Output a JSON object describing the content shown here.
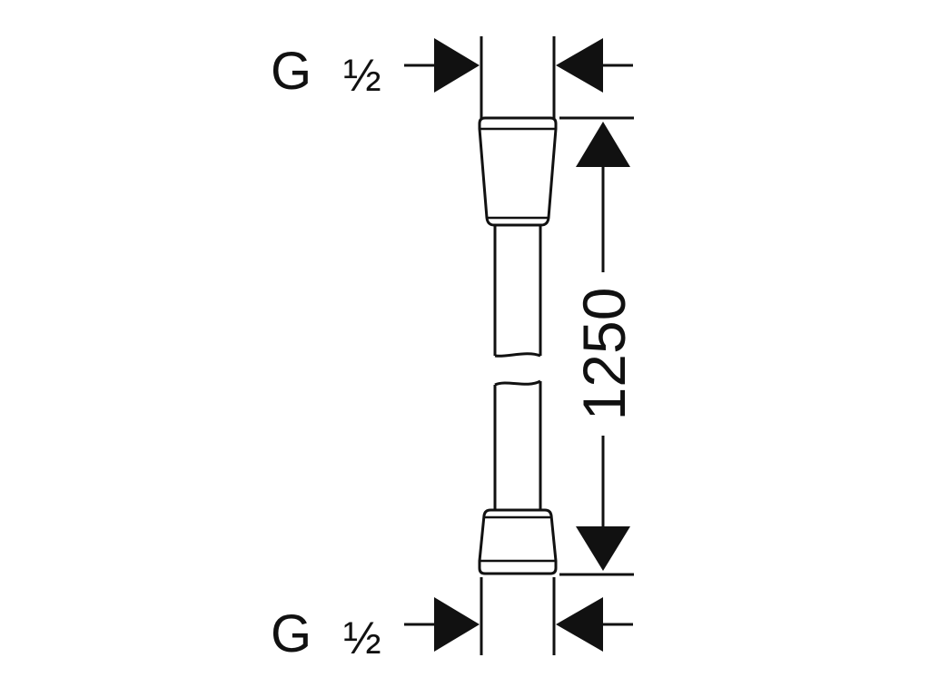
{
  "labels": {
    "top_thread": "G",
    "top_thread_size": "½",
    "bottom_thread": "G",
    "bottom_thread_size": "½",
    "length_dimension": "1250"
  },
  "colors": {
    "ink": "#111111",
    "background": "#ffffff"
  }
}
